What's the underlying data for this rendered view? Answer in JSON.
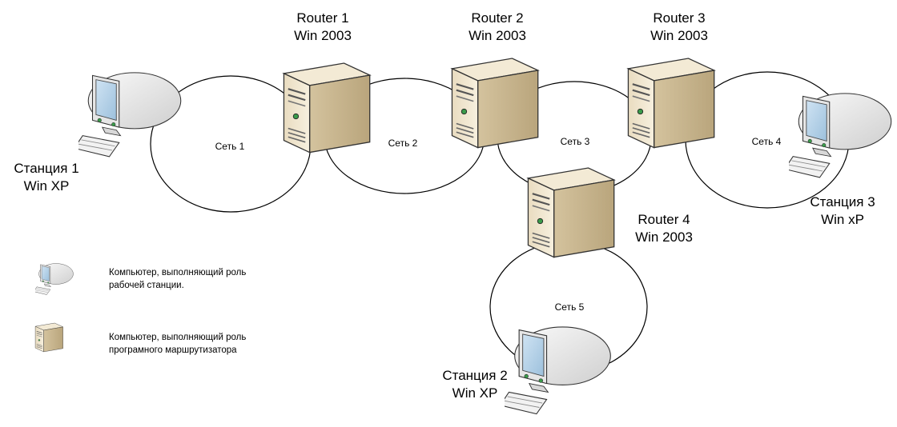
{
  "routers": [
    {
      "name": "Router 1",
      "os": "Win 2003"
    },
    {
      "name": "Router 2",
      "os": "Win 2003"
    },
    {
      "name": "Router 3",
      "os": "Win 2003"
    },
    {
      "name": "Router 4",
      "os": "Win 2003"
    }
  ],
  "stations": [
    {
      "name": "Станция 1",
      "os": "Win XP"
    },
    {
      "name": "Станция 2",
      "os": "Win XP"
    },
    {
      "name": "Станция 3",
      "os": "Win xP"
    }
  ],
  "networks": [
    "Сеть 1",
    "Сеть 2",
    "Сеть 3",
    "Сеть 4",
    "Сеть 5"
  ],
  "legend": {
    "workstation": [
      "Компьютер, выполняющий роль",
      "рабочей станции."
    ],
    "router": [
      "Компьютер, выполняющий роль",
      "програмного маршрутизатора"
    ]
  }
}
